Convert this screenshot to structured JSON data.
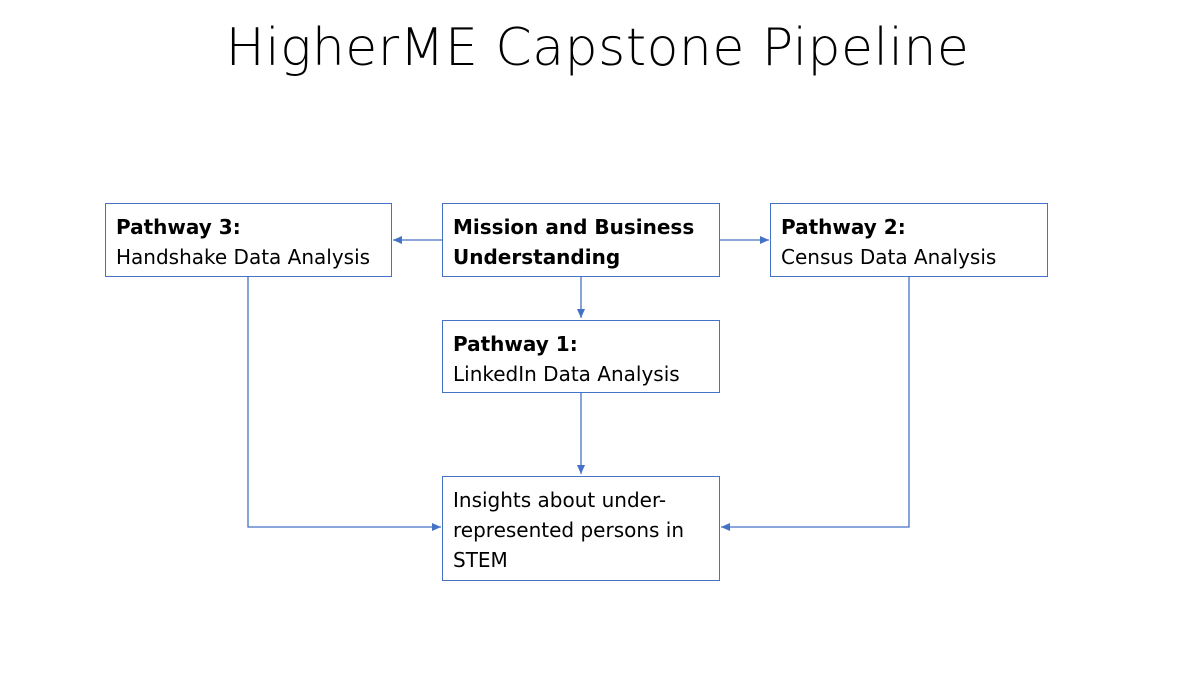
{
  "title": "HigherME Capstone Pipeline",
  "nodes": {
    "pathway3": {
      "heading": "Pathway 3:",
      "text": "Handshake Data Analysis"
    },
    "mission": {
      "heading": "Mission and Business Understanding",
      "text": ""
    },
    "pathway2": {
      "heading": "Pathway 2:",
      "text": "Census Data Analysis"
    },
    "pathway1": {
      "heading": "Pathway 1:",
      "text": "LinkedIn Data Analysis"
    },
    "insights": {
      "heading": "",
      "text": "Insights about under-represented persons in STEM"
    }
  },
  "edges": [
    {
      "from": "mission",
      "to": "pathway3"
    },
    {
      "from": "mission",
      "to": "pathway2"
    },
    {
      "from": "mission",
      "to": "pathway1"
    },
    {
      "from": "pathway1",
      "to": "insights"
    },
    {
      "from": "pathway3",
      "to": "insights"
    },
    {
      "from": "pathway2",
      "to": "insights"
    }
  ],
  "colors": {
    "connector": "#4472C4",
    "box_border": "#4472C4"
  }
}
